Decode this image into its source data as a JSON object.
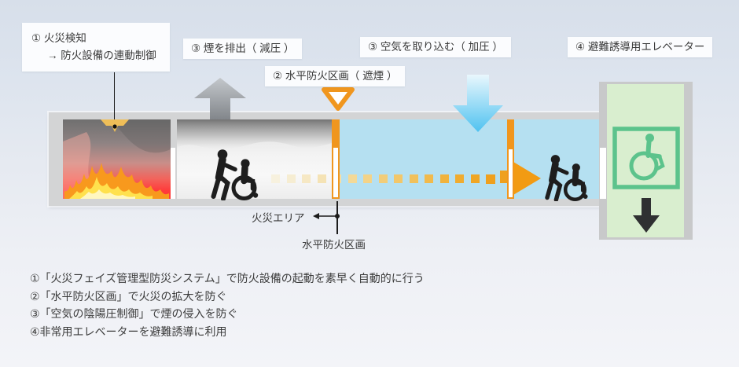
{
  "diagram": {
    "callouts": {
      "fire_detection": {
        "line1": "① 火災検知",
        "line2": "→ 防火設備の連動制御"
      },
      "smoke_exhaust": "③ 煙を排出（ 減圧 ）",
      "horizontal_partition": "② 水平防火区画（ 遮煙 ）",
      "air_intake": "③ 空気を取り込む（ 加圧 ）",
      "evacuation_elevator": "④ 避難誘導用エレベーター"
    },
    "area_labels": {
      "fire_area": "火災エリア",
      "fire_partition": "水平防火区画"
    },
    "icons": {
      "detector": "heat-detector-icon",
      "smoke_arrow": "smoke-exhaust-up-arrow",
      "air_arrow": "air-intake-down-arrow",
      "partition_marker": "partition-triangle-marker",
      "evacuees": "person-pushing-wheelchair-icon",
      "accessibility_sign": "wheelchair-accessibility-sign",
      "elevator_arrow": "elevator-down-arrow",
      "flames": "fire-flames",
      "evacuation_flow": "orange-dashed-evacuation-arrow"
    },
    "colors": {
      "accent_orange": "#f0961e",
      "pressurized_zone_blue": "#b5e0f1",
      "elevator_green": "#d9eecf",
      "sign_green": "#5cc38c",
      "smoke_gray": "#888c91",
      "intake_blue": "#4fc2f0",
      "fire_red": "#ff3a3a",
      "detector_amber": "#efbe58"
    }
  },
  "notes": {
    "items": [
      "①「火災フェイズ管理型防災システム」で防火設備の起動を素早く自動的に行う",
      "②「水平防火区画」で火災の拡大を防ぐ",
      "③「空気の陰陽圧制御」で煙の侵入を防ぐ",
      "④非常用エレベーターを避難誘導に利用"
    ]
  }
}
